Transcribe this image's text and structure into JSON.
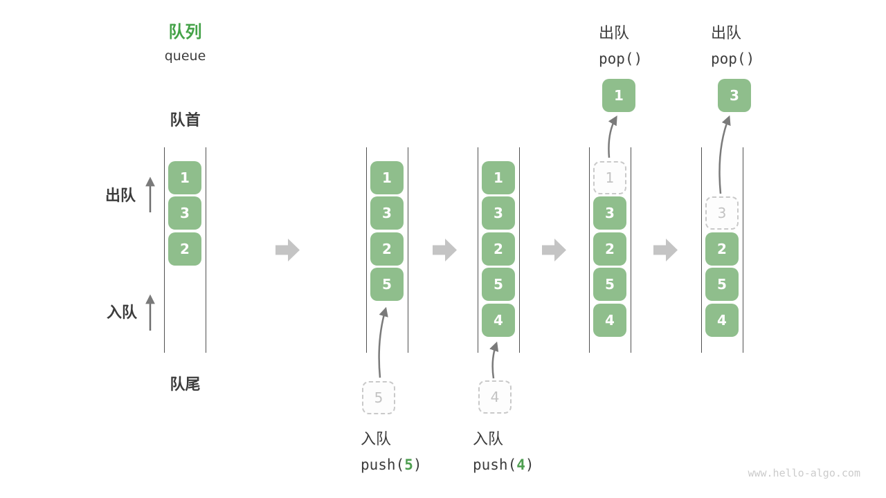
{
  "title": {
    "zh": "队列",
    "en": "queue"
  },
  "side_labels": {
    "front": "队首",
    "rear": "队尾",
    "dequeue": "出队",
    "enqueue": "入队"
  },
  "columns": [
    {
      "cells": [
        {
          "value": "1",
          "type": "solid"
        },
        {
          "value": "3",
          "type": "solid"
        },
        {
          "value": "2",
          "type": "solid"
        }
      ]
    },
    {
      "cells": [
        {
          "value": "1",
          "type": "solid"
        },
        {
          "value": "3",
          "type": "solid"
        },
        {
          "value": "2",
          "type": "solid"
        },
        {
          "value": "5",
          "type": "solid"
        }
      ]
    },
    {
      "cells": [
        {
          "value": "1",
          "type": "solid"
        },
        {
          "value": "3",
          "type": "solid"
        },
        {
          "value": "2",
          "type": "solid"
        },
        {
          "value": "5",
          "type": "solid"
        },
        {
          "value": "4",
          "type": "solid"
        }
      ]
    },
    {
      "cells": [
        {
          "value": "1",
          "type": "ghost"
        },
        {
          "value": "3",
          "type": "solid"
        },
        {
          "value": "2",
          "type": "solid"
        },
        {
          "value": "5",
          "type": "solid"
        },
        {
          "value": "4",
          "type": "solid"
        }
      ]
    },
    {
      "cells": [
        {
          "value": "3",
          "type": "ghost"
        },
        {
          "value": "2",
          "type": "solid"
        },
        {
          "value": "5",
          "type": "solid"
        },
        {
          "value": "4",
          "type": "solid"
        }
      ]
    }
  ],
  "operations": {
    "push_5": {
      "label": "入队",
      "code_before": "push(",
      "arg": "5",
      "code_after": ")",
      "ghost_value": "5"
    },
    "push_4": {
      "label": "入队",
      "code_before": "push(",
      "arg": "4",
      "code_after": ")",
      "ghost_value": "4"
    },
    "pop_1": {
      "label": "出队",
      "code": "pop()",
      "value": "1"
    },
    "pop_3": {
      "label": "出队",
      "code": "pop()",
      "value": "3"
    }
  },
  "watermark": "www.hello-algo.com",
  "colors": {
    "box_green": "#8FBE8C",
    "title_green": "#44A248",
    "arg_green": "#4E9E50",
    "block_arrow_gray": "#C4C4C4",
    "thin_arrow_gray": "#7A7A7A",
    "rail_line": "#4F4F4F",
    "text_dark": "#3C3C3C",
    "ghost_border": "#C9C9C9"
  }
}
